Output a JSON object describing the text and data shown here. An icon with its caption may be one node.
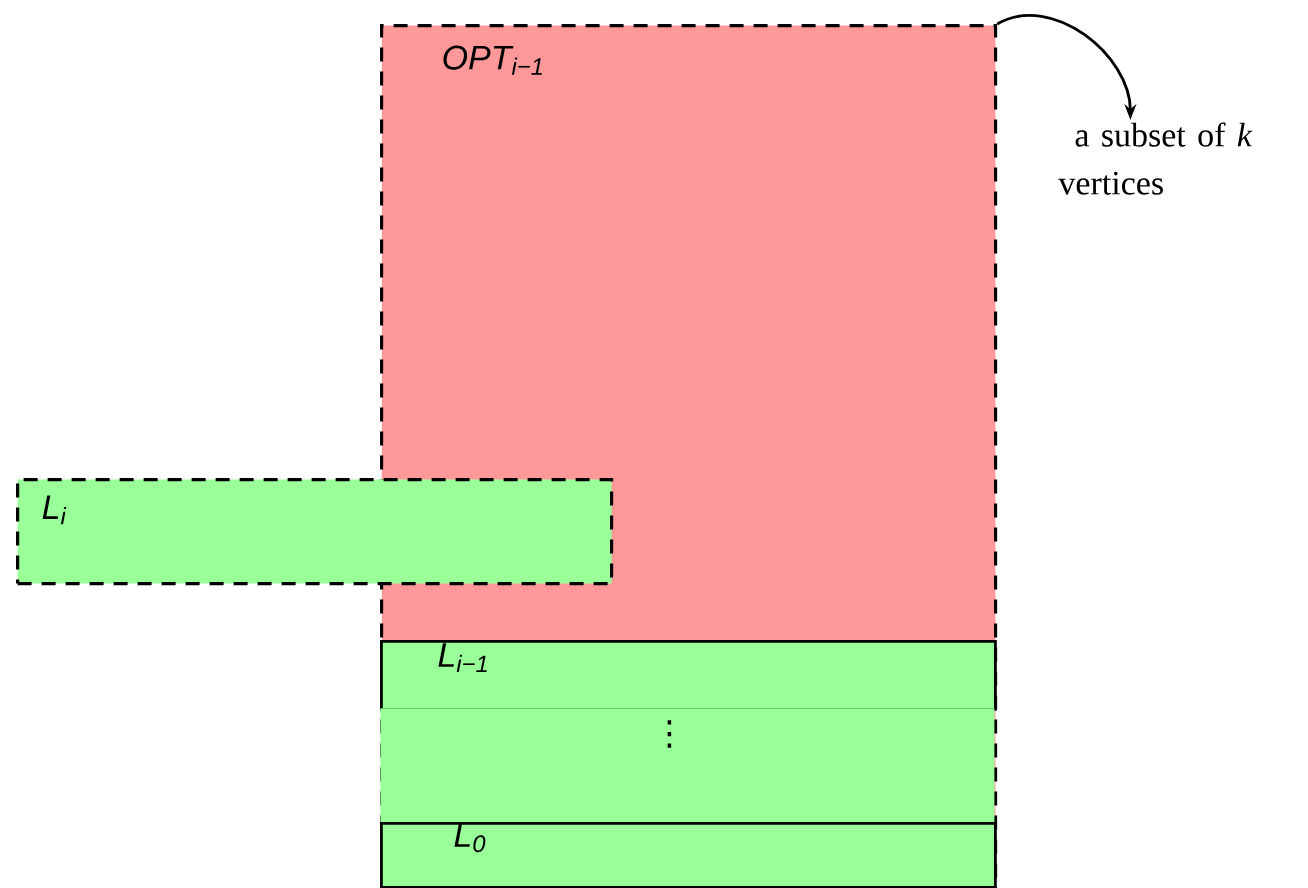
{
  "diagram": {
    "nodes": [
      {
        "text": [
          "OPT$_{i−1}$"
        ]
      },
      {
        "text": [
          "L$_{i}$"
        ]
      },
      {
        "text": [
          "L$_{i−1}$"
        ],
        "in": 0
      },
      {
        "text": [
          "⋮"
        ],
        "in": 0
      },
      {
        "text": [
          "L$_{0}$"
        ],
        "in": 0
      },
      {
        "text": [
          "a subset of *k* vertices"
        ]
      }
    ],
    "edges": [
      {
        "from": 0,
        "to": 5,
        "arrow": "to"
      }
    ]
  }
}
